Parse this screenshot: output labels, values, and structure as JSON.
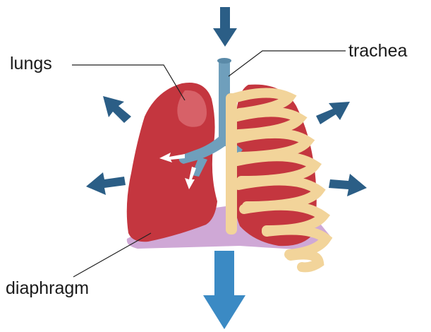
{
  "labels": {
    "lungs": "lungs",
    "trachea": "trachea",
    "diaphragm": "diaphragm"
  },
  "colors": {
    "arrow_dark": "#2b5e86",
    "arrow_big": "#3b8ac4",
    "lung_red": "#c4363f",
    "lung_highlight": "#e0737a",
    "trachea_blue": "#6f9fbc",
    "ribs": "#f2d49a",
    "diaphragm": "#cfa8d6",
    "leader_line": "#222222"
  },
  "icons": {
    "inhale_arrow": "arrow-down-icon",
    "expansion_arrows": "arrow-outward-icon",
    "diaphragm_motion": "arrow-down-large-icon",
    "air_flow": "white-airflow-arrow-icon"
  }
}
